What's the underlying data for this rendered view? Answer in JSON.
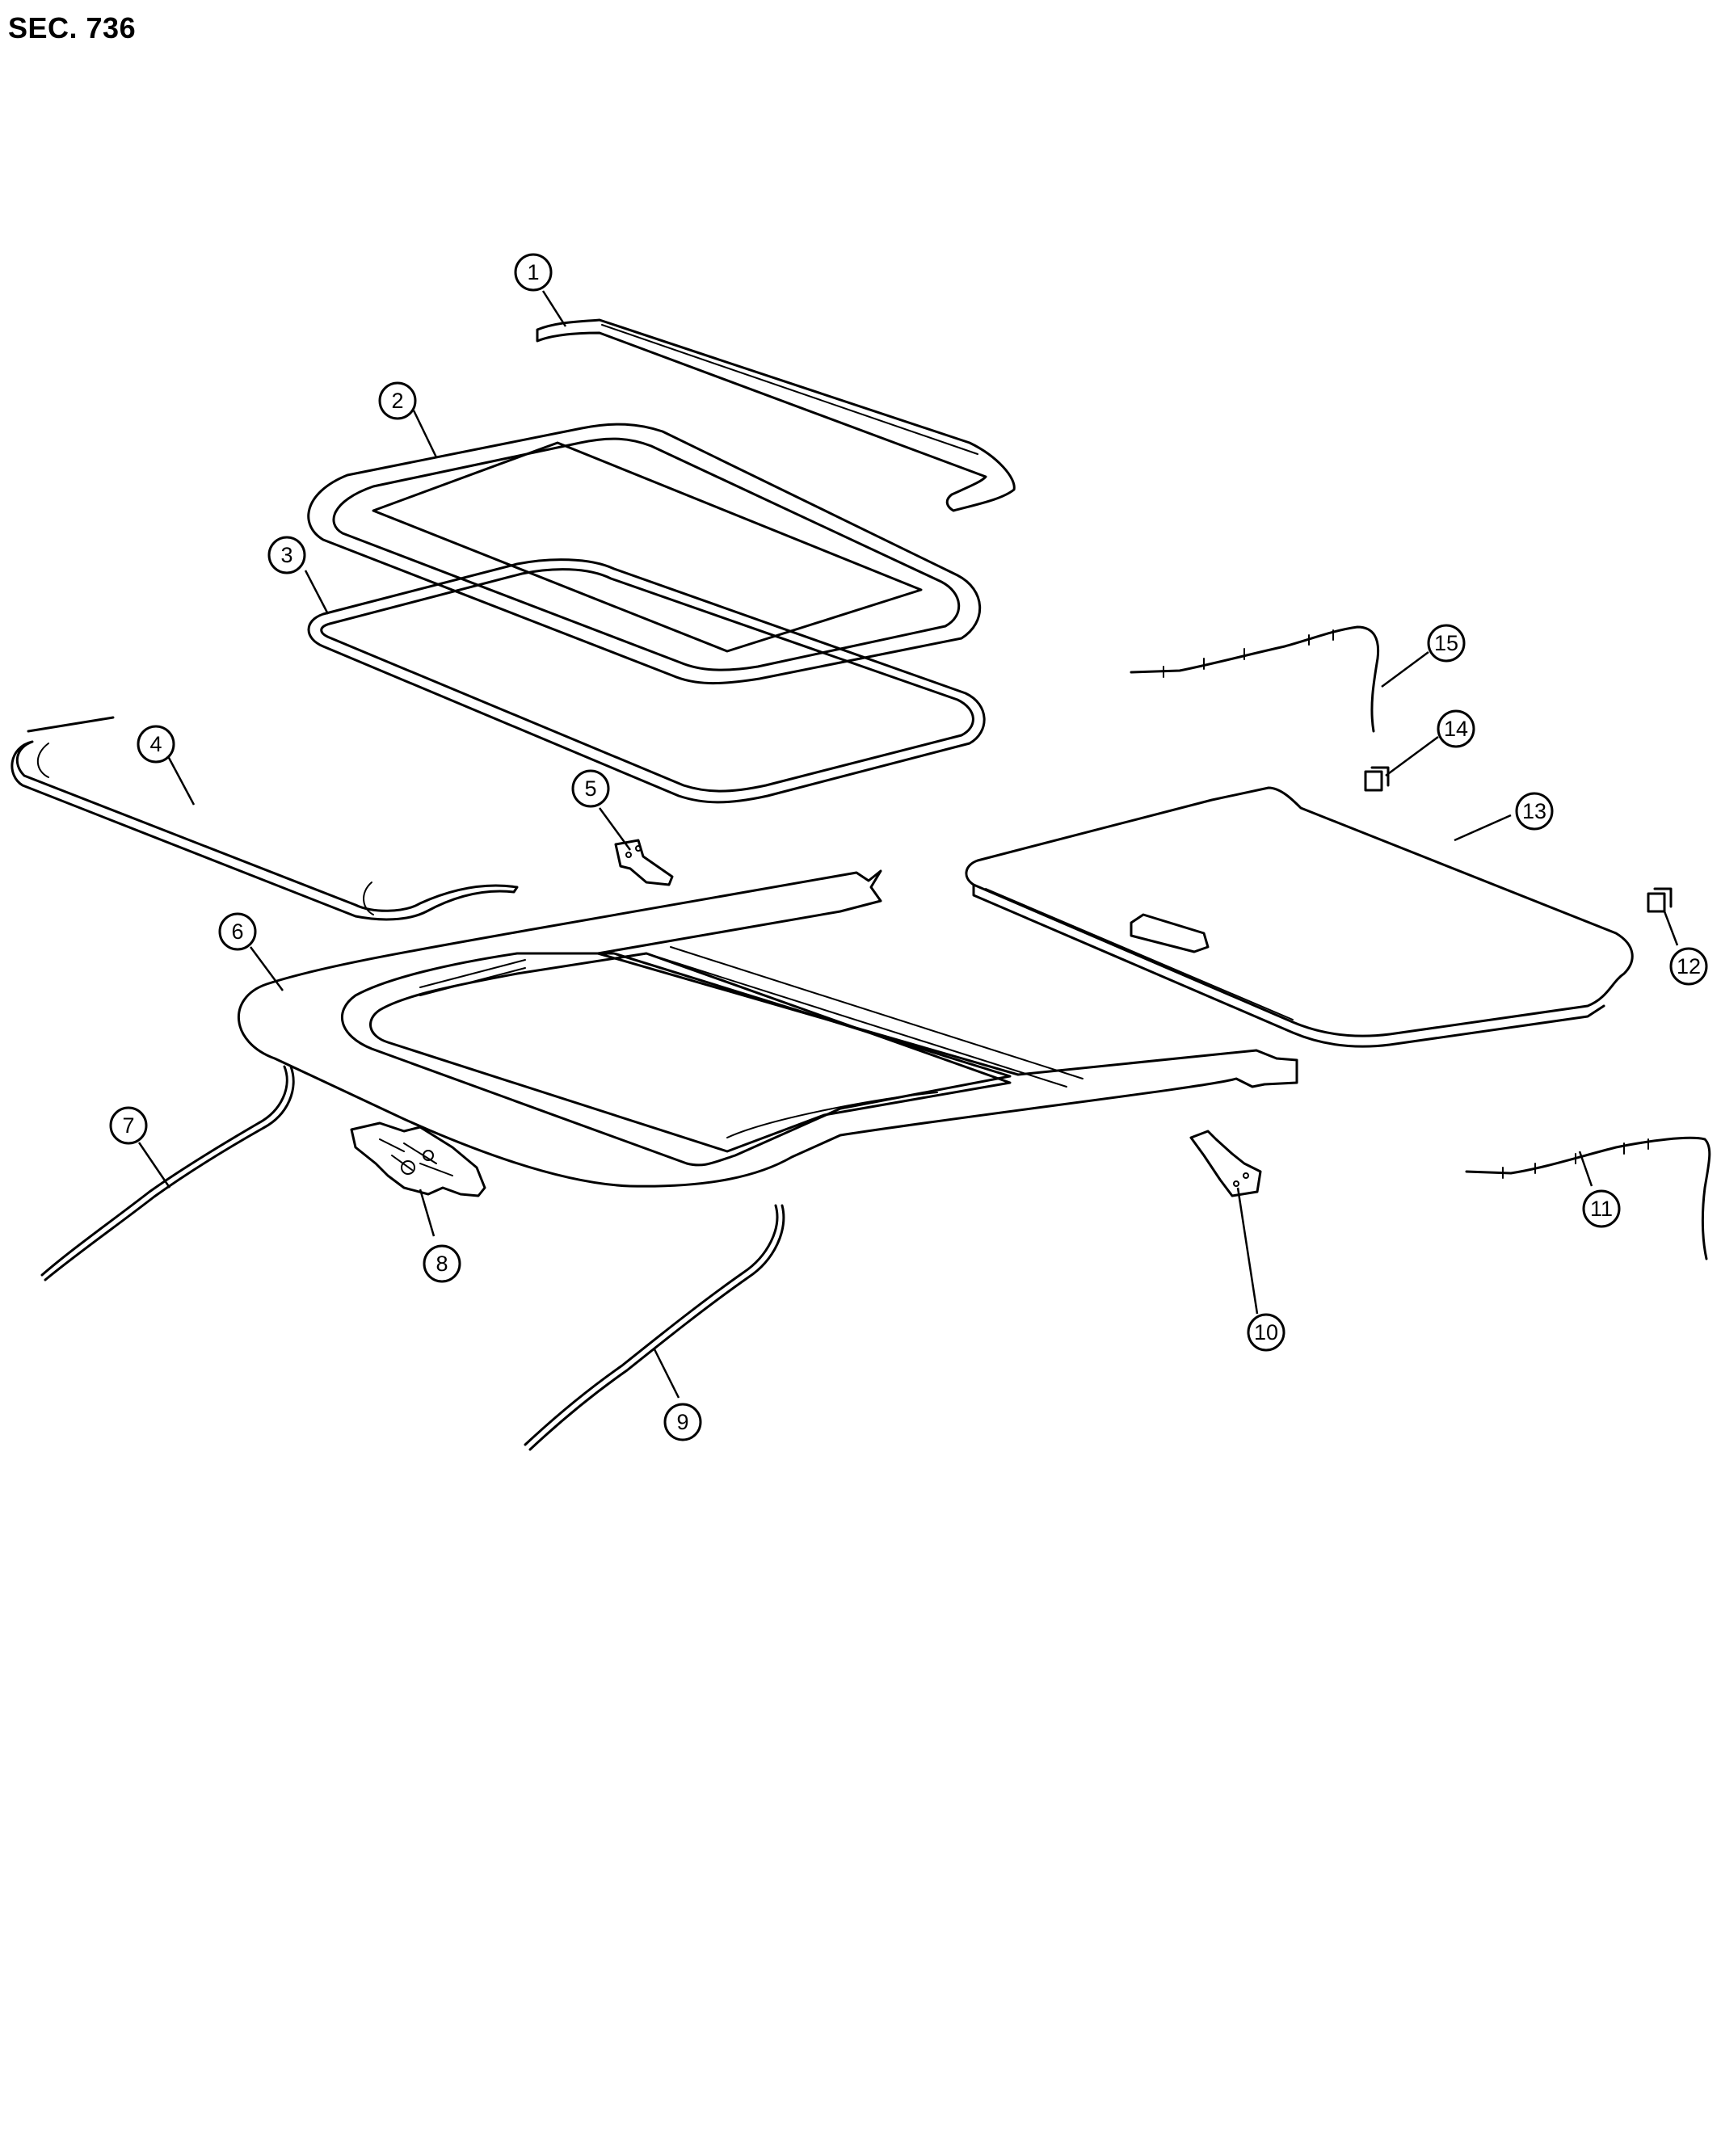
{
  "section_title": "SEC. 736",
  "callouts": [
    "1",
    "2",
    "3",
    "4",
    "5",
    "6",
    "7",
    "8",
    "9",
    "10",
    "11",
    "12",
    "13",
    "14",
    "15"
  ]
}
